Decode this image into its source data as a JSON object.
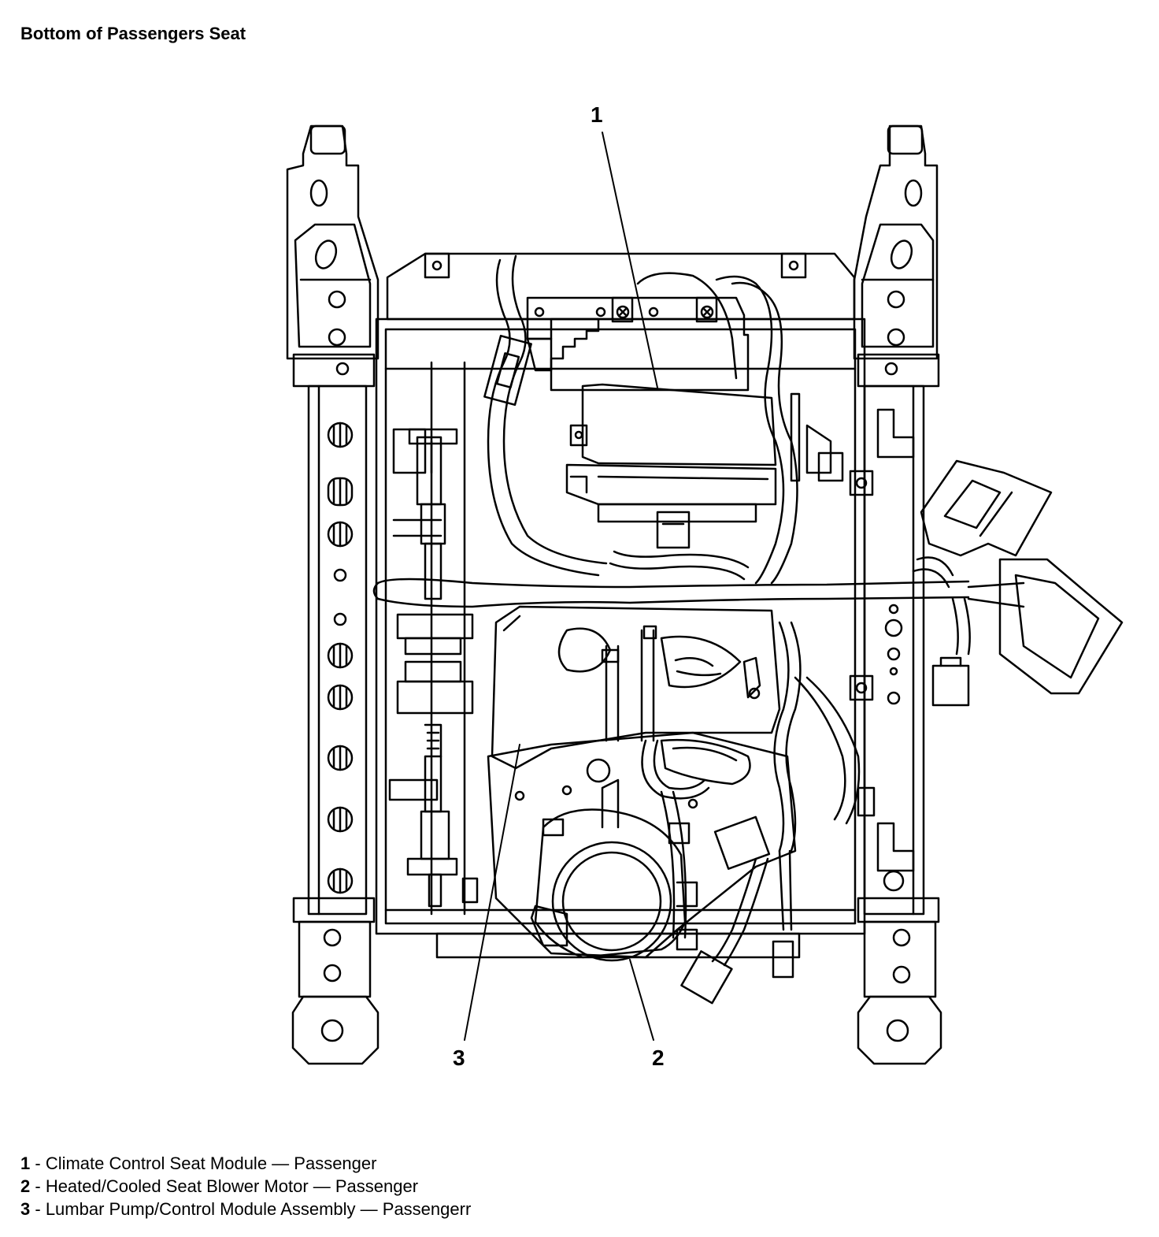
{
  "title": "Bottom of Passengers Seat",
  "callouts": [
    "1",
    "2",
    "3"
  ],
  "legend": [
    {
      "num": "1",
      "sep": " - ",
      "text": "Climate Control Seat Module — Passenger"
    },
    {
      "num": "2",
      "sep": " - ",
      "text": "Heated/Cooled Seat Blower Motor — Passenger"
    },
    {
      "num": "3",
      "sep": " - ",
      "text": "Lumbar Pump/Control Module Assembly — Passengerr"
    }
  ]
}
